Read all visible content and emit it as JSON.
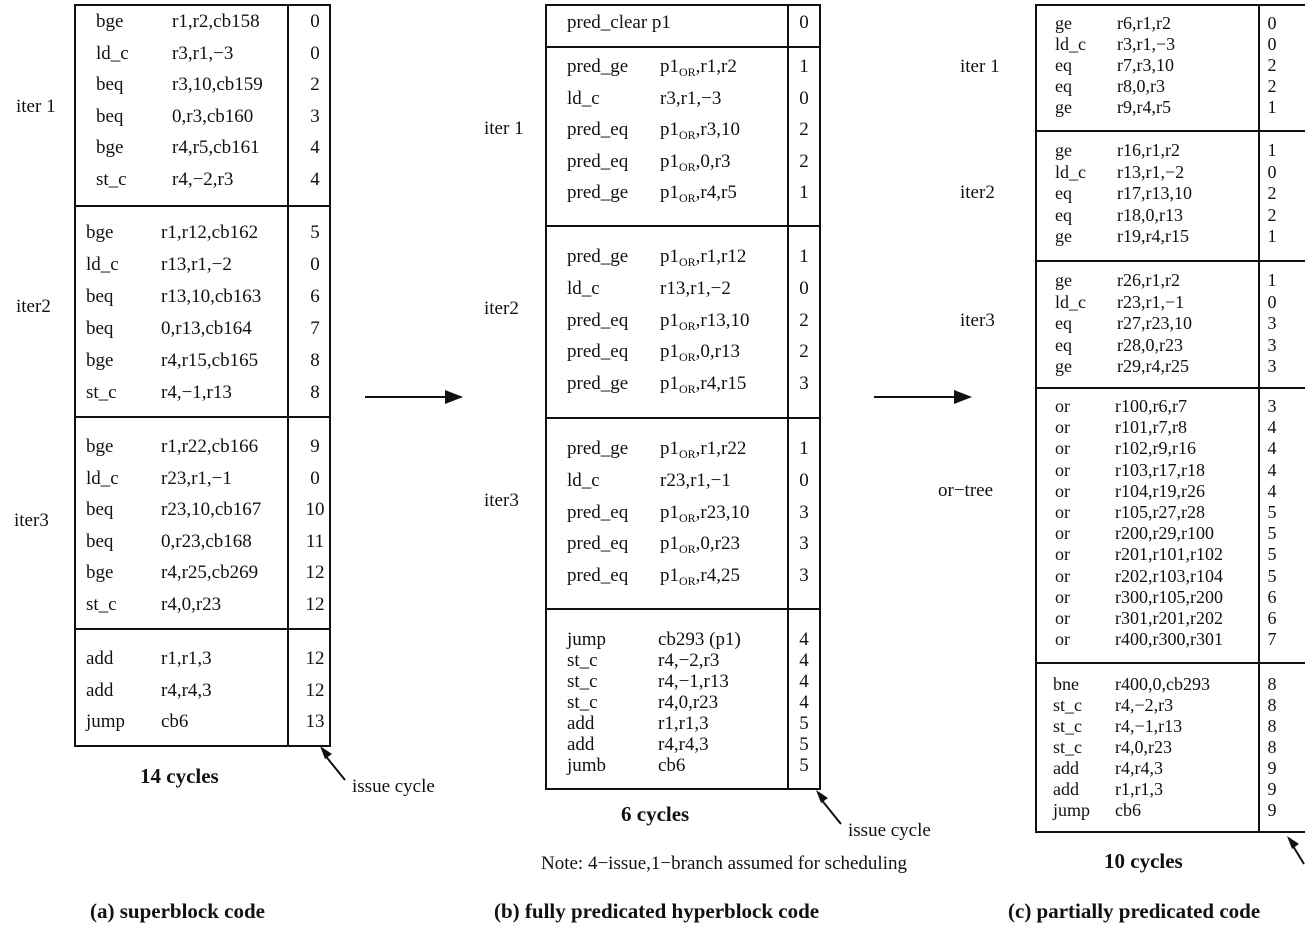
{
  "panel_a": {
    "caption": "(a)  superblock code",
    "cycles": "14 cycles",
    "issue_label": "issue cycle",
    "iter_labels": [
      "iter 1",
      "iter2",
      "iter3"
    ],
    "groups": [
      [
        [
          "bge",
          "r1,r2,cb158",
          "0"
        ],
        [
          "ld_c",
          "r3,r1,−3",
          "0"
        ],
        [
          "beq",
          "r3,10,cb159",
          "2"
        ],
        [
          "beq",
          "0,r3,cb160",
          "3"
        ],
        [
          "bge",
          "r4,r5,cb161",
          "4"
        ],
        [
          "st_c",
          "r4,−2,r3",
          "4"
        ]
      ],
      [
        [
          "bge",
          "r1,r12,cb162",
          "5"
        ],
        [
          "ld_c",
          "r13,r1,−2",
          "0"
        ],
        [
          "beq",
          "r13,10,cb163",
          "6"
        ],
        [
          "beq",
          "0,r13,cb164",
          "7"
        ],
        [
          "bge",
          "r4,r15,cb165",
          "8"
        ],
        [
          "st_c",
          "r4,−1,r13",
          "8"
        ]
      ],
      [
        [
          "bge",
          "r1,r22,cb166",
          "9"
        ],
        [
          "ld_c",
          "r23,r1,−1",
          "0"
        ],
        [
          "beq",
          "r23,10,cb167",
          "10"
        ],
        [
          "beq",
          "0,r23,cb168",
          "11"
        ],
        [
          "bge",
          "r4,r25,cb269",
          "12"
        ],
        [
          "st_c",
          "r4,0,r23",
          "12"
        ]
      ],
      [
        [
          "add",
          "r1,r1,3",
          "12"
        ],
        [
          "add",
          "r4,r4,3",
          "12"
        ],
        [
          "jump",
          "cb6",
          "13"
        ]
      ]
    ]
  },
  "panel_b": {
    "caption": "(b)  fully predicated hyperblock code",
    "cycles": "6 cycles",
    "issue_label": "issue cycle",
    "note": "Note:  4−issue,1−branch assumed for scheduling",
    "iter_labels": [
      "iter 1",
      "iter2",
      "iter3"
    ],
    "or_sub": "OR",
    "groups": [
      [
        [
          "pred_clear p1",
          "",
          "0"
        ]
      ],
      [
        [
          "pred_ge",
          "p1|,r1,r2",
          "1"
        ],
        [
          "ld_c",
          "r3,r1,−3",
          "0"
        ],
        [
          "pred_eq",
          "p1|,r3,10",
          "2"
        ],
        [
          "pred_eq",
          "p1|,0,r3",
          "2"
        ],
        [
          "pred_ge",
          "p1|,r4,r5",
          "1"
        ]
      ],
      [
        [
          "pred_ge",
          "p1|,r1,r12",
          "1"
        ],
        [
          "ld_c",
          "r13,r1,−2",
          "0"
        ],
        [
          "pred_eq",
          "p1|,r13,10",
          "2"
        ],
        [
          "pred_eq",
          "p1|,0,r13",
          "2"
        ],
        [
          "pred_ge",
          "p1|,r4,r15",
          "3"
        ]
      ],
      [
        [
          "pred_ge",
          "p1|,r1,r22",
          "1"
        ],
        [
          "ld_c",
          "r23,r1,−1",
          "0"
        ],
        [
          "pred_eq",
          "p1|,r23,10",
          "3"
        ],
        [
          "pred_eq",
          "p1|,0,r23",
          "3"
        ],
        [
          "pred_eq",
          "p1|,r4,25",
          "3"
        ]
      ],
      [
        [
          "jump",
          "cb293 (p1)",
          "4"
        ],
        [
          "st_c",
          "r4,−2,r3",
          "4"
        ],
        [
          "st_c",
          "r4,−1,r13",
          "4"
        ],
        [
          "st_c",
          "r4,0,r23",
          "4"
        ],
        [
          "add",
          "r1,r1,3",
          "5"
        ],
        [
          "add",
          "r4,r4,3",
          "5"
        ],
        [
          "jumb",
          "cb6",
          "5"
        ]
      ]
    ]
  },
  "panel_c": {
    "caption": "(c)  partially predicated code",
    "cycles": "10 cycles",
    "iter_labels": [
      "iter 1",
      "iter2",
      "iter3",
      "or−tree"
    ],
    "groups": [
      [
        [
          "ge",
          "r6,r1,r2",
          "0"
        ],
        [
          "ld_c",
          "r3,r1,−3",
          "0"
        ],
        [
          "eq",
          "r7,r3,10",
          "2"
        ],
        [
          "eq",
          "r8,0,r3",
          "2"
        ],
        [
          "ge",
          "r9,r4,r5",
          "1"
        ]
      ],
      [
        [
          "ge",
          "r16,r1,r2",
          "1"
        ],
        [
          "ld_c",
          "r13,r1,−2",
          "0"
        ],
        [
          "eq",
          "r17,r13,10",
          "2"
        ],
        [
          "eq",
          "r18,0,r13",
          "2"
        ],
        [
          "ge",
          "r19,r4,r15",
          "1"
        ]
      ],
      [
        [
          "ge",
          "r26,r1,r2",
          "1"
        ],
        [
          "ld_c",
          "r23,r1,−1",
          "0"
        ],
        [
          "eq",
          "r27,r23,10",
          "3"
        ],
        [
          "eq",
          "r28,0,r23",
          "3"
        ],
        [
          "ge",
          "r29,r4,r25",
          "3"
        ]
      ],
      [
        [
          "or",
          "r100,r6,r7",
          "3"
        ],
        [
          "or",
          "r101,r7,r8",
          "4"
        ],
        [
          "or",
          "r102,r9,r16",
          "4"
        ],
        [
          "or",
          "r103,r17,r18",
          "4"
        ],
        [
          "or",
          "r104,r19,r26",
          "4"
        ],
        [
          "or",
          "r105,r27,r28",
          "5"
        ],
        [
          "or",
          "r200,r29,r100",
          "5"
        ],
        [
          "or",
          "r201,r101,r102",
          "5"
        ],
        [
          "or",
          "r202,r103,r104",
          "5"
        ],
        [
          "or",
          "r300,r105,r200",
          "6"
        ],
        [
          "or",
          "r301,r201,r202",
          "6"
        ],
        [
          "or",
          "r400,r300,r301",
          "7"
        ]
      ],
      [
        [
          "bne",
          "r400,0,cb293",
          "8"
        ],
        [
          "st_c",
          "r4,−2,r3",
          "8"
        ],
        [
          "st_c",
          "r4,−1,r13",
          "8"
        ],
        [
          "st_c",
          "r4,0,r23",
          "8"
        ],
        [
          "add",
          "r4,r4,3",
          "9"
        ],
        [
          "add",
          "r1,r1,3",
          "9"
        ],
        [
          "jump",
          "cb6",
          "9"
        ]
      ]
    ]
  }
}
